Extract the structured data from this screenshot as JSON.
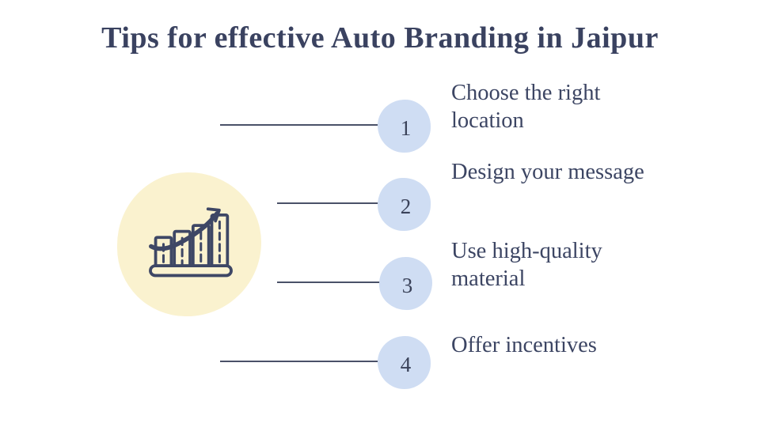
{
  "title": "Tips for effective Auto Branding in Jaipur",
  "items": [
    {
      "number": "1",
      "label": "Choose the right location"
    },
    {
      "number": "2",
      "label": "Design your message"
    },
    {
      "number": "3",
      "label": "Use high-quality material"
    },
    {
      "number": "4",
      "label": "Offer incentives"
    }
  ],
  "icon": {
    "name": "growth-bar-chart-icon"
  },
  "colors": {
    "background": "#ffffff",
    "title_text": "#3a4260",
    "item_text": "#3c4563",
    "line": "#4a5168",
    "number_circle_fill": "#cfddf3",
    "number_text": "#3a4259",
    "icon_blob_fill": "#faf2cf",
    "icon_stroke": "#3e4765"
  }
}
